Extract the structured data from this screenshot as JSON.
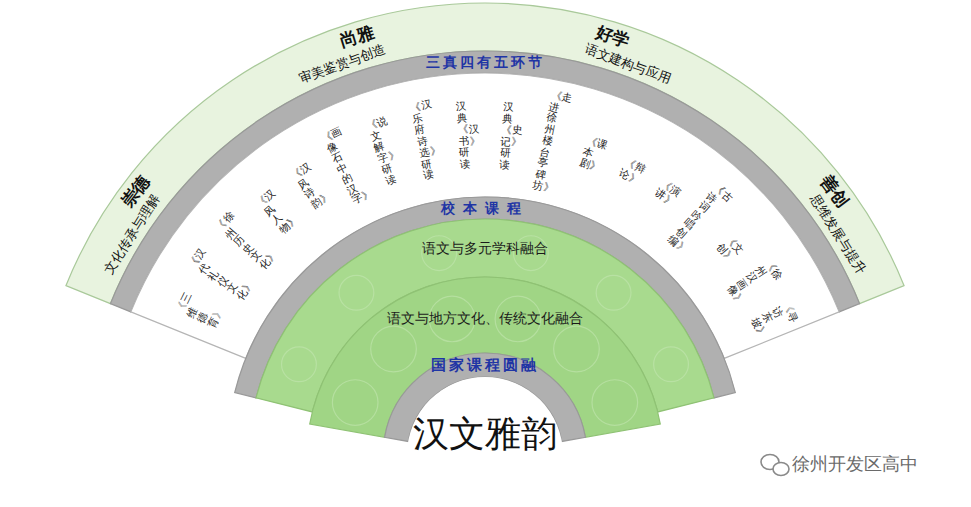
{
  "diagram": {
    "nodes": [
      {
        "text": [
          "崇德",
          "文化传承与理解",
          "尚雅",
          "审美鉴赏与创造",
          "好学",
          "语文建构与应用",
          "善创",
          "思维发展与提升"
        ]
      },
      {
        "text": [
          "三真四有五环节"
        ]
      },
      {
        "text": [
          "《三维德育》",
          "《汉代礼仪文化》",
          "《徐州历史文化》",
          "《汉风人物》",
          "《汉风诗韵》",
          "《画像石中的汉字》",
          "《说文解字》研读",
          "《汉乐府诗选》研读",
          "汉典《汉书》研读",
          "汉典《史记》研读",
          "《走进徐州楼台亭碑坊》",
          "《课本剧》",
          "《辩论》",
          "《演讲》",
          "《古诗词吟唱创编》",
          "《文创》",
          "《徐州汉画像》",
          "《寻访东坡》"
        ]
      },
      {
        "text": [
          "校本课程"
        ]
      },
      {
        "text": [
          "语文与多元学科融合"
        ]
      },
      {
        "text": [
          "语文与地方文化、传统文化融合"
        ]
      },
      {
        "text": [
          "国家课程圆融"
        ]
      },
      {
        "text": [
          "汉文雅韵"
        ]
      }
    ],
    "labels": [
      "徐州开发区高中"
    ]
  }
}
